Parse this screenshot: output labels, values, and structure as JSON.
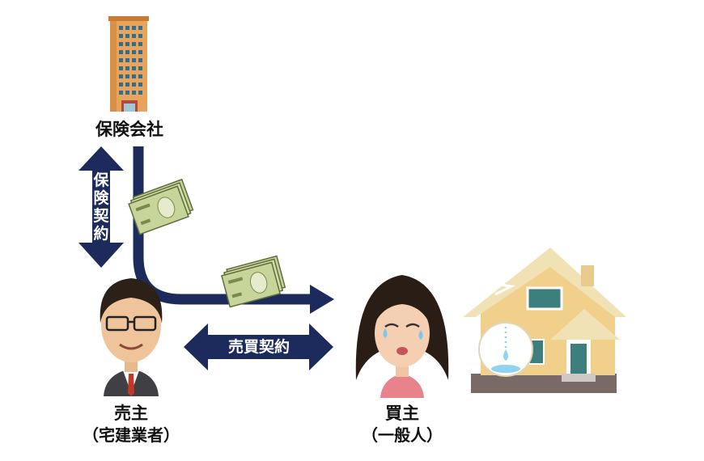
{
  "labels": {
    "insurance_company": "保険会社",
    "insurance_contract": "保険契約",
    "sales_contract": "売買契約",
    "seller": "売主",
    "seller_note": "（宅建業者）",
    "buyer": "買主",
    "buyer_note": "（一般人）"
  },
  "colors": {
    "arrow": "#1d2b5c",
    "building": "#e8a45c",
    "house_wall": "#f0d08a",
    "house_roof": "#f1e2b6",
    "window": "#3d7f7d",
    "water": "#8fd3f0",
    "money": "#c7d49a"
  },
  "icons": [
    "office-building-icon",
    "money-bills-icon",
    "house-leak-icon",
    "crying-woman-icon",
    "businessman-icon"
  ]
}
